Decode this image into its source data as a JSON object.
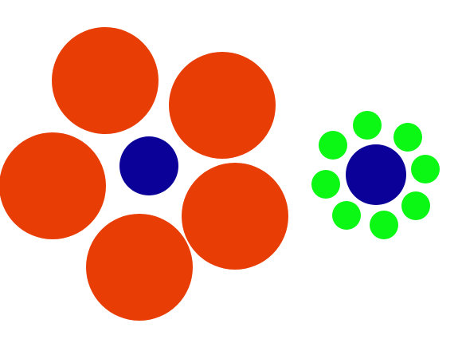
{
  "figure": {
    "kind": "ebbinghaus-illusion",
    "background_color": "#ffffff"
  },
  "groups": [
    {
      "name": "left-group",
      "center_color": "#0b0097",
      "surround_color": "#e83e06",
      "surround_count": 5,
      "surround_size": "large"
    },
    {
      "name": "right-group",
      "center_color": "#0b0097",
      "surround_color": "#0bf714",
      "surround_count": 8,
      "surround_size": "small"
    }
  ]
}
